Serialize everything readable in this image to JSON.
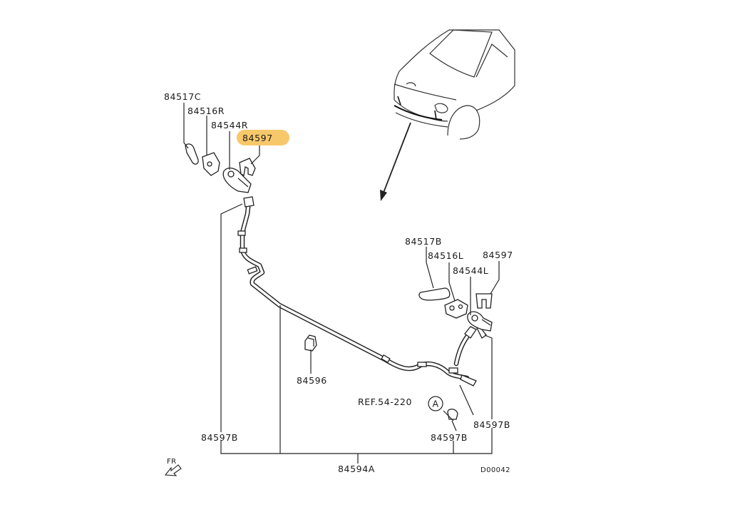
{
  "diagram": {
    "callouts": [
      {
        "id": "c1",
        "text": "84517C"
      },
      {
        "id": "c2",
        "text": "84516R"
      },
      {
        "id": "c3",
        "text": "84544R"
      },
      {
        "id": "c4",
        "text": "84597",
        "highlighted": true
      },
      {
        "id": "c5",
        "text": "84517B"
      },
      {
        "id": "c6",
        "text": "84516L"
      },
      {
        "id": "c7",
        "text": "84597"
      },
      {
        "id": "c8",
        "text": "84544L"
      },
      {
        "id": "c9",
        "text": "84596"
      },
      {
        "id": "c10",
        "text": "REF.54-220"
      },
      {
        "id": "c11",
        "text": "84597B"
      },
      {
        "id": "c12",
        "text": "84597B"
      },
      {
        "id": "c13",
        "text": "84597B"
      },
      {
        "id": "c14",
        "text": "84594A"
      }
    ],
    "ref_circle_letter": "A",
    "direction_label": "FR",
    "diagram_code": "D00042",
    "highlight_color": "#f7c86a"
  }
}
